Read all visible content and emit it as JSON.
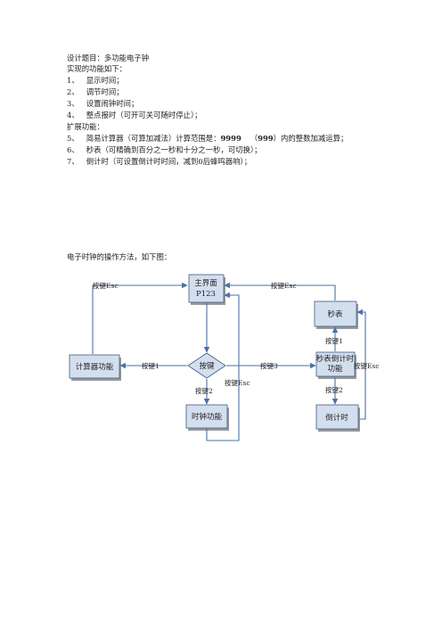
{
  "intro": {
    "title": "设计题目：多功能电子钟",
    "features_heading": "实现的功能如下：",
    "features": [
      {
        "num": "1、",
        "text": "显示时间；"
      },
      {
        "num": "2、",
        "text": "调节时间；"
      },
      {
        "num": "3、",
        "text": "设置闹钟时间；"
      },
      {
        "num": "4、",
        "text": "整点报时（可开可关可随时停止）；"
      }
    ],
    "ext_heading": "扩展功能：",
    "extended": [
      {
        "num": "5、",
        "text": "简易计算器（可算加减法）计算范围是：",
        "bold1": "9999",
        "mid": "（",
        "bold2": "999",
        "tail": "）内的整数加减运算；"
      },
      {
        "num": "6、",
        "text": "秒表（可精确到百分之一秒和十分之一秒，可切换）；"
      },
      {
        "num": "7、",
        "text": "倒计时（可设置倒计时时间，减到0后蜂鸣器响）；"
      }
    ]
  },
  "method_line": "电子时钟的操作方法，如下图：",
  "diagram": {
    "main_line1": "主界面",
    "main_line2": "P123",
    "decision": "按键",
    "calculator": "计算器功能",
    "clock": "时钟功能",
    "stopwatch": "秒表",
    "sw_countdown_line1": "秒表倒计时",
    "sw_countdown_line2": "功能",
    "countdown": "倒计时",
    "labels": {
      "esc_top_left": "按键Esc",
      "esc_top_right": "按键Esc",
      "key1_left": "按键1",
      "key3": "按键3",
      "key2_down": "按键2",
      "esc_center": "按键Esc",
      "key1_up": "按键1",
      "esc_right": "按键Esc",
      "key2_right": "按键2"
    },
    "colors": {
      "box_fill": "#d3dfef",
      "box_stroke": "#3c5a82",
      "arrow": "#4a72aa",
      "shadow": "#9a9a9a"
    }
  }
}
